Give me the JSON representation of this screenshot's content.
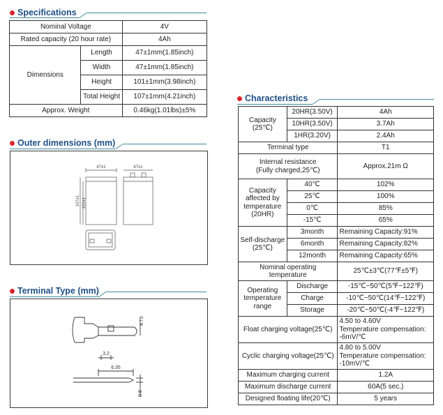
{
  "specifications": {
    "title": "Specifications",
    "rows": [
      {
        "label": "Nominal Voltage",
        "value": "4V"
      },
      {
        "label": "Rated capacity (20 hour rate)",
        "value": "4Ah"
      }
    ],
    "dimensions": {
      "label": "Dimensions",
      "items": [
        {
          "label": "Length",
          "value": "47±1mm(1.85inch)"
        },
        {
          "label": "Width",
          "value": "47±1mm(1.85inch)"
        },
        {
          "label": "Height",
          "value": "101±1mm(3.98inch)"
        },
        {
          "label": "Total Height",
          "value": "107±1mm(4.21inch)"
        }
      ]
    },
    "weight": {
      "label": "Approx. Weight",
      "value": "0.46kg(1.01lbs)±5%"
    }
  },
  "outer_dimensions": {
    "title": "Outer dimensions  (mm)",
    "labels": {
      "l": "47±1",
      "w": "47±1",
      "h1": "107±1",
      "h2": "101±1"
    }
  },
  "terminal_type": {
    "title": "Terminal Type (mm)",
    "labels": {
      "a": "4.75",
      "b": "3.2",
      "c": "6.35",
      "d": "0.8"
    }
  },
  "characteristics": {
    "title": "Characteristics",
    "capacity": {
      "label": "Capacity\n(25℃)",
      "rows": [
        {
          "rate": "20HR(3.50V)",
          "value": "4Ah"
        },
        {
          "rate": "10HR(3.50V)",
          "value": "3.7Ah"
        },
        {
          "rate": "1HR(3.20V)",
          "value": "2.4Ah"
        }
      ]
    },
    "terminal_type": {
      "label": "Terminal type",
      "value": "T1"
    },
    "internal_resistance": {
      "label": "Internal resistance\n(Fully charged,25℃)",
      "value": "Approx.21m Ω"
    },
    "temp_capacity": {
      "label": "Capacity\naffected by\ntemperature\n(20HR)",
      "rows": [
        {
          "temp": "40℃",
          "value": "102%"
        },
        {
          "temp": "25℃",
          "value": "100%"
        },
        {
          "temp": "0℃",
          "value": "85%"
        },
        {
          "temp": "-15℃",
          "value": "65%"
        }
      ]
    },
    "self_discharge": {
      "label": "Self-discharge\n(25℃)",
      "rows": [
        {
          "period": "3month",
          "value": "Remaining Capacity:91%"
        },
        {
          "period": "6month",
          "value": "Remaining Capacity:82%"
        },
        {
          "period": "12month",
          "value": "Remaining Capacity:65%"
        }
      ]
    },
    "nominal_temp": {
      "label": "Nominal operating\ntemperature",
      "value": "25℃±3℃(77℉±5℉)"
    },
    "operating_range": {
      "label": "Operating\ntemperature\nrange",
      "rows": [
        {
          "mode": "Discharge",
          "value": "-15℃~50℃(5℉~122℉)"
        },
        {
          "mode": "Charge",
          "value": "-10℃~50℃(14℉~122℉)"
        },
        {
          "mode": "Storage",
          "value": "-20℃~50℃(-4℉~122℉)"
        }
      ]
    },
    "float_charging": {
      "label": "Float charging voltage(25℃)",
      "value": "4.50 to 4.60V\nTemperature compensation:\n-6mV/℃"
    },
    "cyclic_charging": {
      "label": "Cyclic charging voltage(25℃)",
      "value": "4.80 to 5.00V\nTemperature compensation:\n-10mV/℃"
    },
    "max_charging_current": {
      "label": "Maximum charging current",
      "value": "1.2A"
    },
    "max_discharge_current": {
      "label": "Maximum discharge current",
      "value": "60A(5 sec.)"
    },
    "floating_life": {
      "label": "Designed floating life(20℃)",
      "value": "5 years"
    }
  }
}
